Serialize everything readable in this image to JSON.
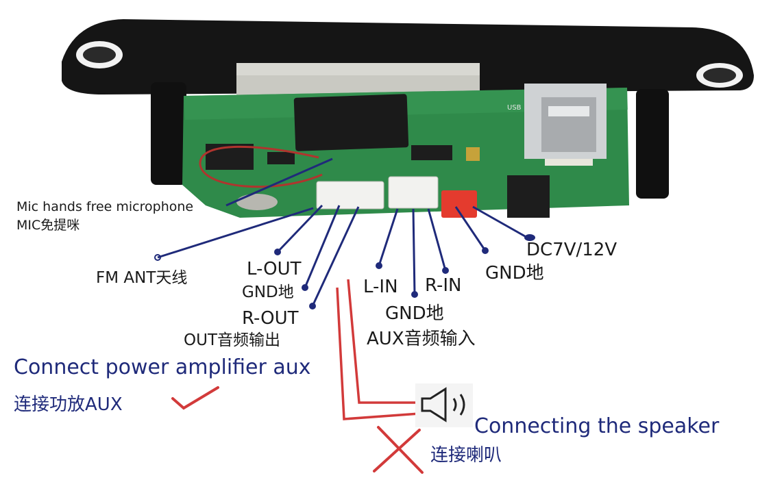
{
  "labels": {
    "mic_en": "Mic hands free microphone",
    "mic_cn": "MIC免提咪",
    "fm_ant": "FM ANT天线",
    "l_out": "L-OUT",
    "gnd_out": "GND地",
    "r_out": "R-OUT",
    "out_audio": "OUT音频输出",
    "l_in": "L-IN",
    "r_in": "R-IN",
    "gnd_in": "GND地",
    "aux_in": "AUX音频输入",
    "gnd_power": "GND地",
    "dc": "DC7V/12V",
    "amp_en": "Connect power amplifier aux",
    "amp_cn": "连接功放AUX",
    "speaker_en": "Connecting the speaker",
    "speaker_cn": "连接喇叭"
  },
  "board": {
    "usb_silk": "USB"
  },
  "colors": {
    "annotation_blue": "#1f2a7a",
    "wire_red": "#d23a3a",
    "pcb_green": "#2f8a4a",
    "bezel_black": "#151515",
    "connector_white": "#f2f2ef",
    "connector_red": "#e43b2e"
  },
  "icons": {
    "correct": "check-mark-icon",
    "wrong": "cross-mark-icon",
    "speaker": "speaker-icon"
  }
}
